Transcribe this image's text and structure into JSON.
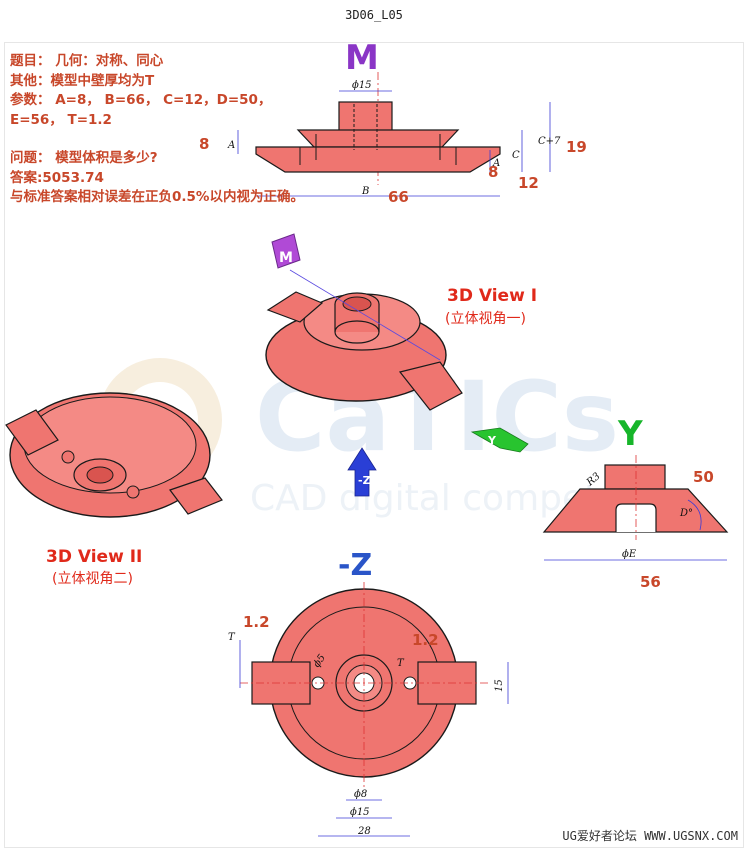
{
  "header": {
    "title": "3D06_L05"
  },
  "problem": {
    "topic": "题目： 几何：对称、同心",
    "other": "其他：模型中壁厚均为T",
    "params_line1": "参数： A=8， B=66， C=12，D=50，",
    "params_line2": "E=56， T=1.2",
    "question": "问题： 模型体积是多少?",
    "answer": "答案:5053.74",
    "note": "与标准答案相对误差在正负0.5%以内视为正确。"
  },
  "views": {
    "front_label": "M",
    "side_label": "Y",
    "top_label": "-Z",
    "view1_title": "3D View I",
    "view1_sub": "(立体视角一)",
    "view2_title": "3D View II",
    "view2_sub": "(立体视角二)",
    "arrow_m": "M",
    "arrow_y": "Y",
    "arrow_z": "-Z"
  },
  "dims": {
    "phi15_top": "ϕ15",
    "A": "A",
    "B": "B",
    "C": "C",
    "C7": "C+7",
    "A2": "A",
    "R3": "R3",
    "D": "D°",
    "phiE": "ϕE",
    "T1": "T",
    "T2": "T",
    "phi5": "ϕ5",
    "phi8": "ϕ8",
    "phi15_bot": "ϕ15",
    "d28": "28",
    "d15": "15"
  },
  "values": {
    "v8_left": "8",
    "v8_right": "8",
    "v66": "66",
    "v12": "12",
    "v19": "19",
    "v50": "50",
    "v56": "56",
    "v12a": "1.2",
    "v12b": "1.2"
  },
  "watermark": {
    "big": "CaTICs",
    "small": "CAD digital competency"
  },
  "footer": {
    "text": "UG爱好者论坛 WWW.UGSNX.COM"
  },
  "colors": {
    "part": "#ef7570",
    "outline": "#1a1a1a",
    "dimension": "#3b3bd6",
    "value": "#c8472a",
    "m": "#8a35c6",
    "y": "#17b52a",
    "z": "#2a55c8"
  }
}
